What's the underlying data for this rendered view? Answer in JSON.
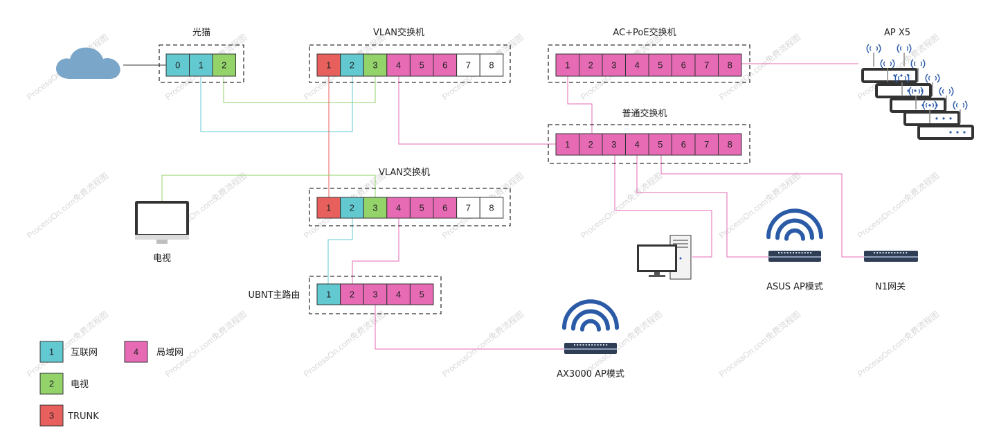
{
  "colors": {
    "internet": "#62c9d0",
    "tv": "#93d36a",
    "trunk": "#e8605e",
    "lan": "#e76ab5",
    "plain": "#ffffff",
    "cloud": "#7aa6c9",
    "wifi": "#2b5aa7",
    "device": "#333333"
  },
  "devices": {
    "modem": {
      "title": "光猫",
      "ports": [
        "0",
        "1",
        "2"
      ]
    },
    "vlan_switch_1": {
      "title": "VLAN交换机",
      "ports": [
        "1",
        "2",
        "3",
        "4",
        "5",
        "6",
        "7",
        "8"
      ]
    },
    "ac_poe_switch": {
      "title": "AC+PoE交换机",
      "ports": [
        "1",
        "2",
        "3",
        "4",
        "5",
        "6",
        "7",
        "8"
      ]
    },
    "normal_switch": {
      "title": "普通交换机",
      "ports": [
        "1",
        "2",
        "3",
        "4",
        "5",
        "6",
        "7",
        "8"
      ]
    },
    "vlan_switch_2": {
      "title": "VLAN交换机",
      "ports": [
        "1",
        "2",
        "3",
        "4",
        "5",
        "6",
        "7",
        "8"
      ]
    },
    "ubnt_router": {
      "title": "UBNT主路由",
      "ports": [
        "1",
        "2",
        "3",
        "4",
        "5"
      ]
    },
    "tv": {
      "title": "电视"
    },
    "ap_group": {
      "title": "AP X5"
    },
    "asus_ap": {
      "title": "ASUS AP模式"
    },
    "n1_gateway": {
      "title": "N1网关"
    },
    "ax3000_ap": {
      "title": "AX3000 AP模式"
    }
  },
  "legend": [
    {
      "number": "1",
      "label": "互联网",
      "color_key": "internet"
    },
    {
      "number": "4",
      "label": "局域网",
      "color_key": "lan"
    },
    {
      "number": "2",
      "label": "电视",
      "color_key": "tv"
    },
    {
      "number": "3",
      "label": "TRUNK",
      "color_key": "trunk"
    }
  ],
  "watermark": "ProcessOn.com免费流程图"
}
